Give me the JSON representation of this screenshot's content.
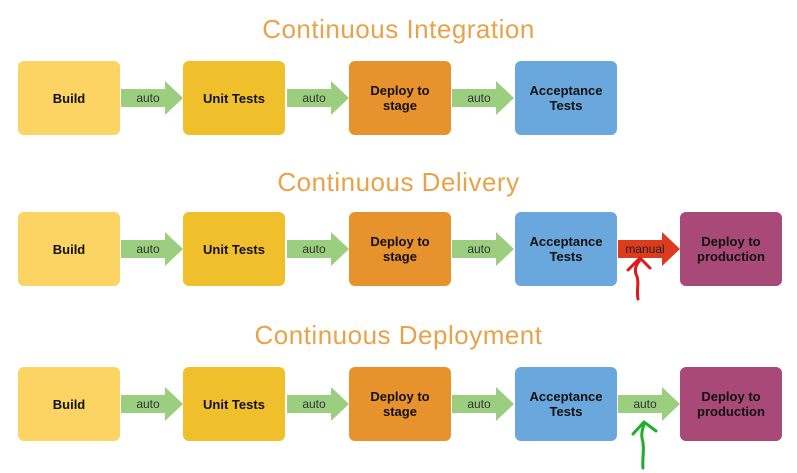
{
  "colors": {
    "title": "#e8a24a",
    "build": "#fbd464",
    "unit_tests": "#f0c02c",
    "deploy_stage": "#e8922e",
    "acceptance": "#6aa7dd",
    "deploy_prod": "#a94978",
    "arrow_auto": "#9bcf7f",
    "arrow_manual": "#dd3b1e",
    "annot_red": "#e01818",
    "annot_green": "#1fae2c"
  },
  "sections": [
    {
      "title": "Continuous Integration",
      "stages": [
        "Build",
        "Unit Tests",
        "Deploy to\nstage",
        "Acceptance\nTests"
      ],
      "transitions": [
        "auto",
        "auto",
        "auto"
      ]
    },
    {
      "title": "Continuous Delivery",
      "stages": [
        "Build",
        "Unit Tests",
        "Deploy to\nstage",
        "Acceptance\nTests",
        "Deploy to\nproduction"
      ],
      "transitions": [
        "auto",
        "auto",
        "auto",
        "manual"
      ]
    },
    {
      "title": "Continuous Deployment",
      "stages": [
        "Build",
        "Unit Tests",
        "Deploy to\nstage",
        "Acceptance\nTests",
        "Deploy to\nproduction"
      ],
      "transitions": [
        "auto",
        "auto",
        "auto",
        "auto"
      ]
    }
  ]
}
